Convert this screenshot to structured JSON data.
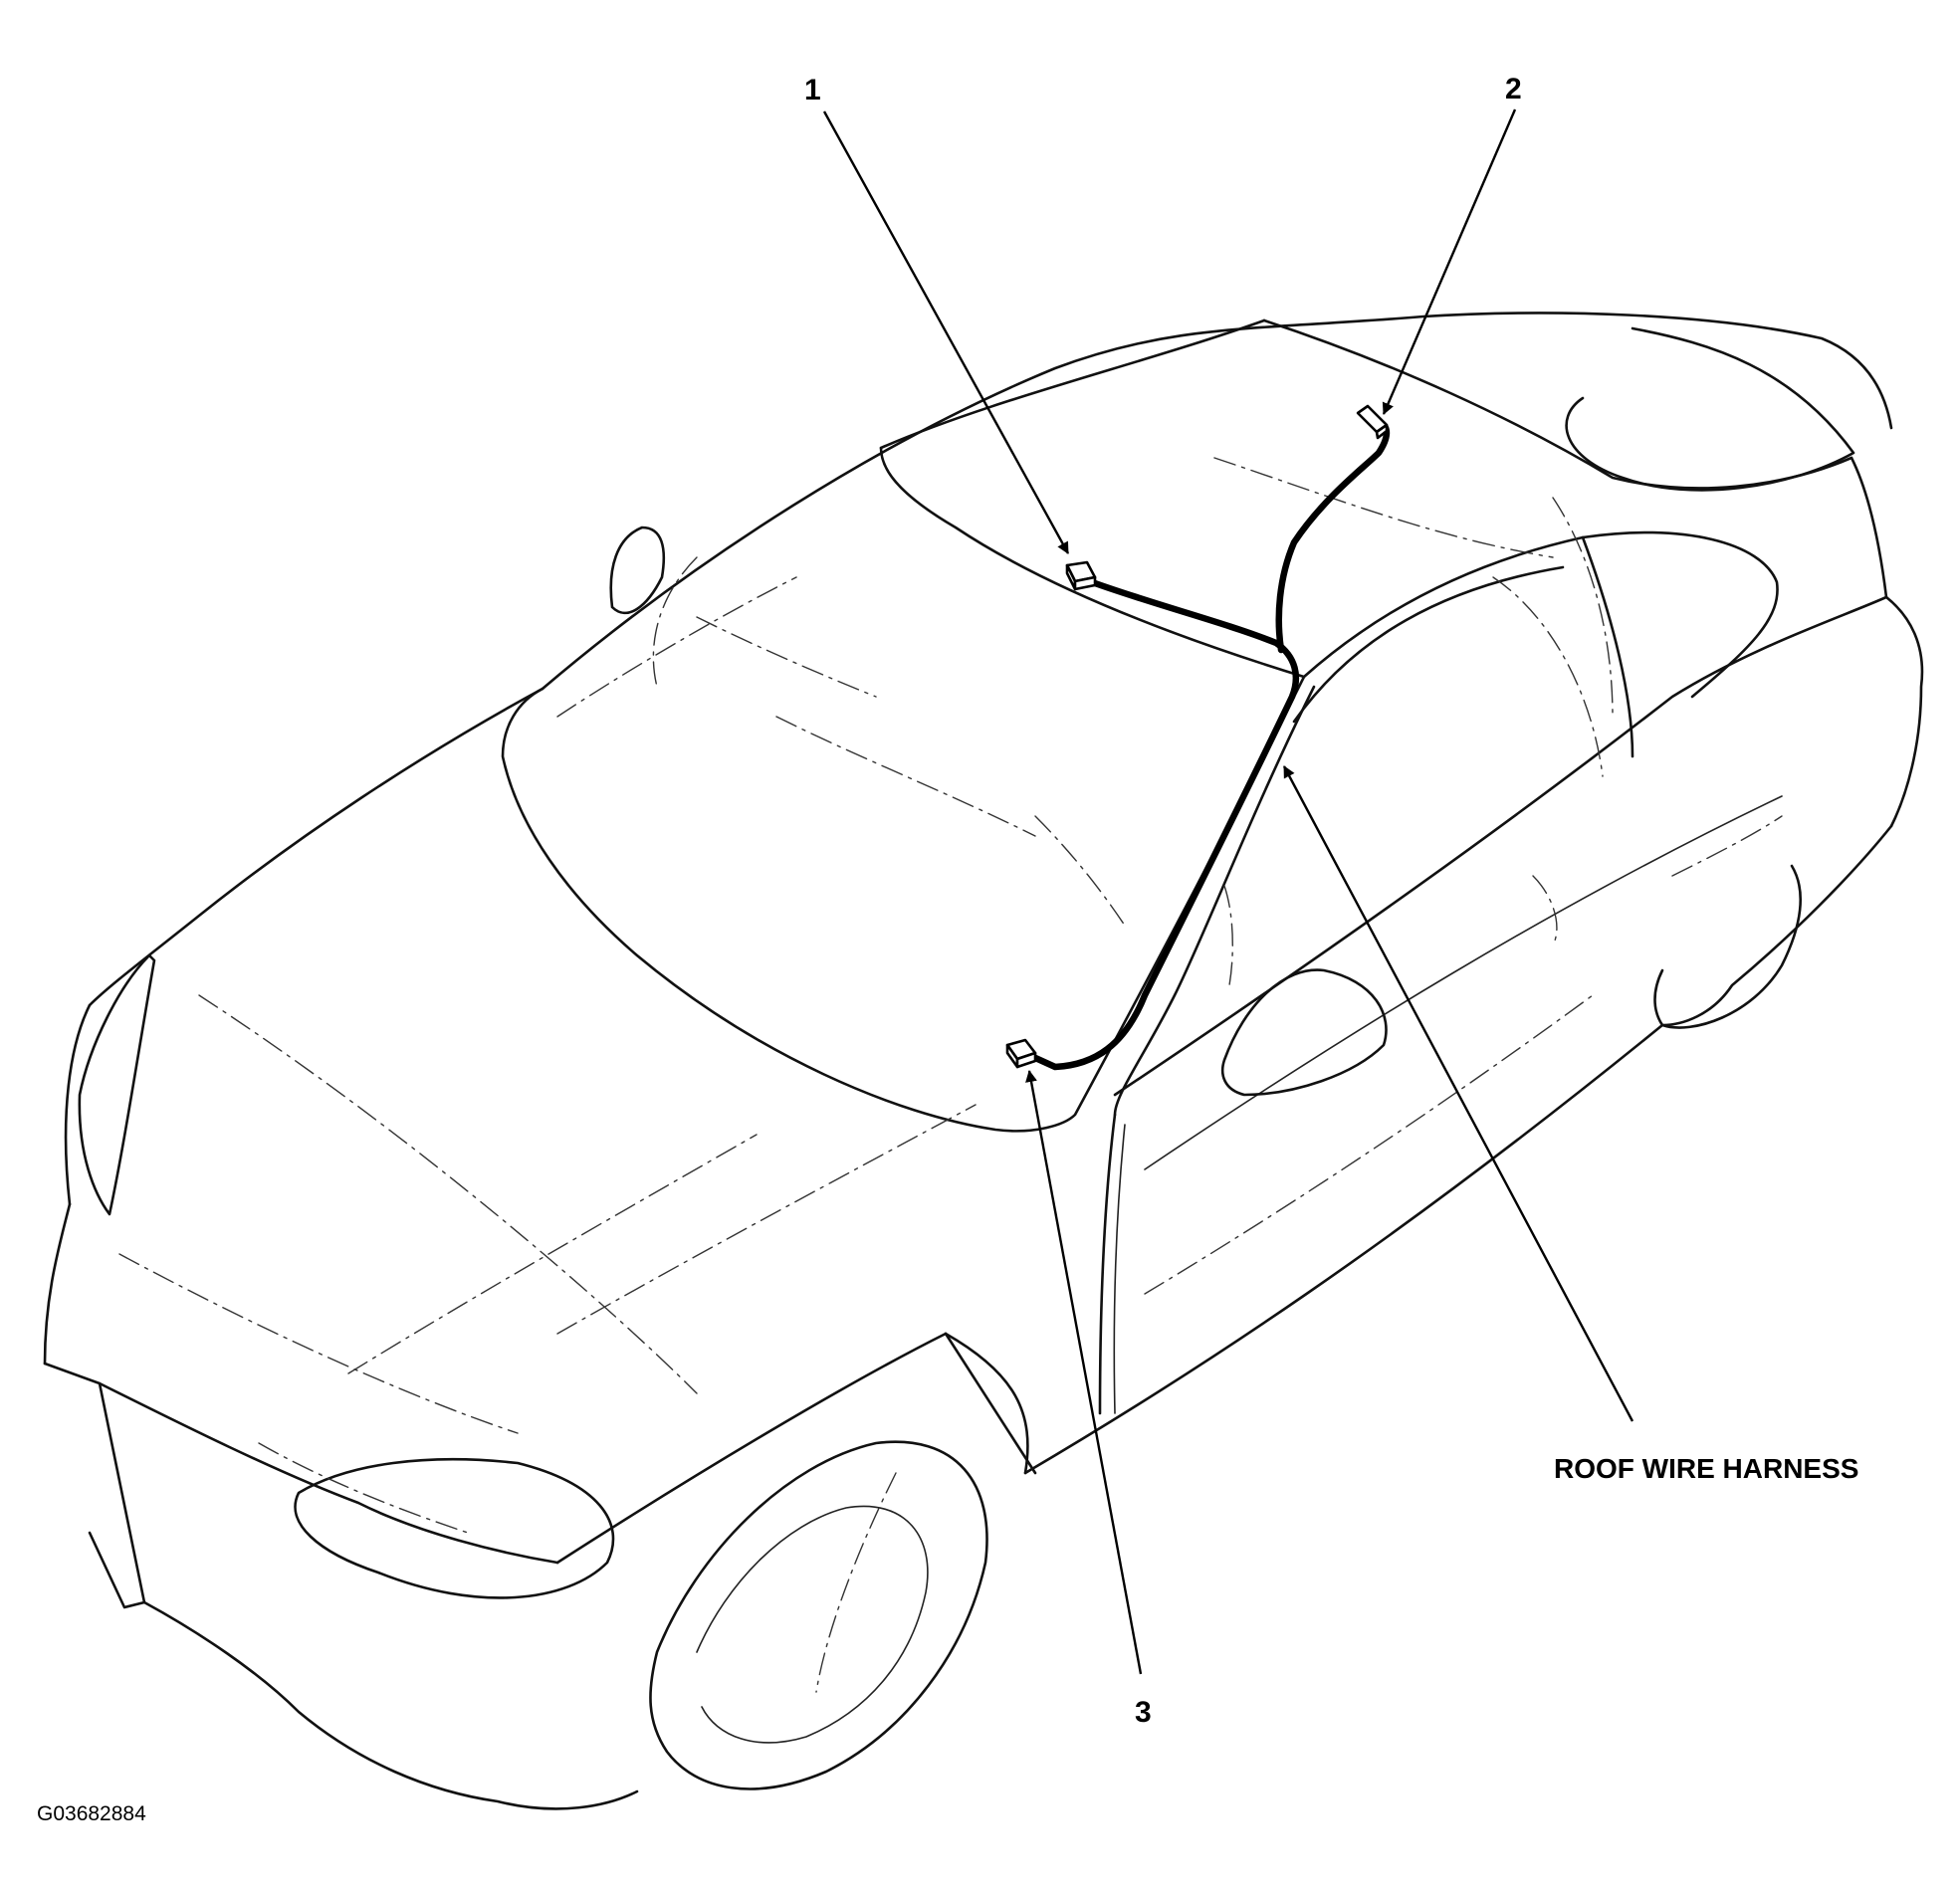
{
  "callouts": {
    "one": "1",
    "two": "2",
    "three": "3"
  },
  "harness_label": "ROOF WIRE HARNESS",
  "figure_id": "G03682884"
}
